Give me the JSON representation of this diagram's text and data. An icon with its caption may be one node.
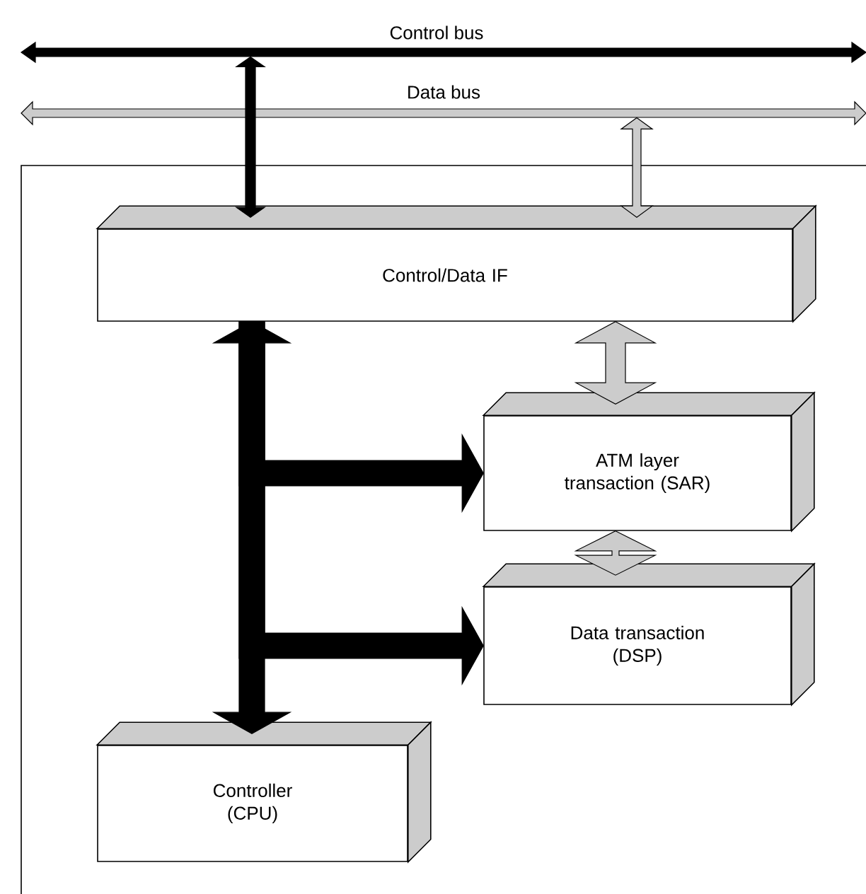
{
  "diagram": {
    "nodes": [
      {
        "text": [
          "Control bus"
        ]
      },
      {
        "text": [
          "Data bus"
        ]
      },
      {
        "text": [],
        "shape": "box"
      },
      {
        "text": [
          "Control/Data IF"
        ],
        "in": 2
      },
      {
        "text": [
          "ATM layer transaction (SAR)"
        ],
        "in": 2
      },
      {
        "text": [
          "Data transaction (DSP)"
        ],
        "in": 2
      },
      {
        "text": [
          "Controller (CPU)"
        ],
        "in": 2
      }
    ],
    "edges": [
      {
        "from": 0,
        "to": 3,
        "arrow": "both",
        "style": "thick"
      },
      {
        "from": 1,
        "to": 3,
        "arrow": "both",
        "color": "#cccccc"
      },
      {
        "from": 3,
        "to": 4,
        "arrow": "both",
        "color": "#cccccc"
      },
      {
        "from": 4,
        "to": 5,
        "arrow": "both",
        "color": "#cccccc"
      },
      {
        "from": 3,
        "to": 6,
        "arrow": "both",
        "style": "thick"
      },
      {
        "from": 3,
        "to": 4,
        "arrow": "to",
        "style": "thick"
      },
      {
        "from": 3,
        "to": 5,
        "arrow": "to",
        "style": "thick"
      }
    ]
  }
}
